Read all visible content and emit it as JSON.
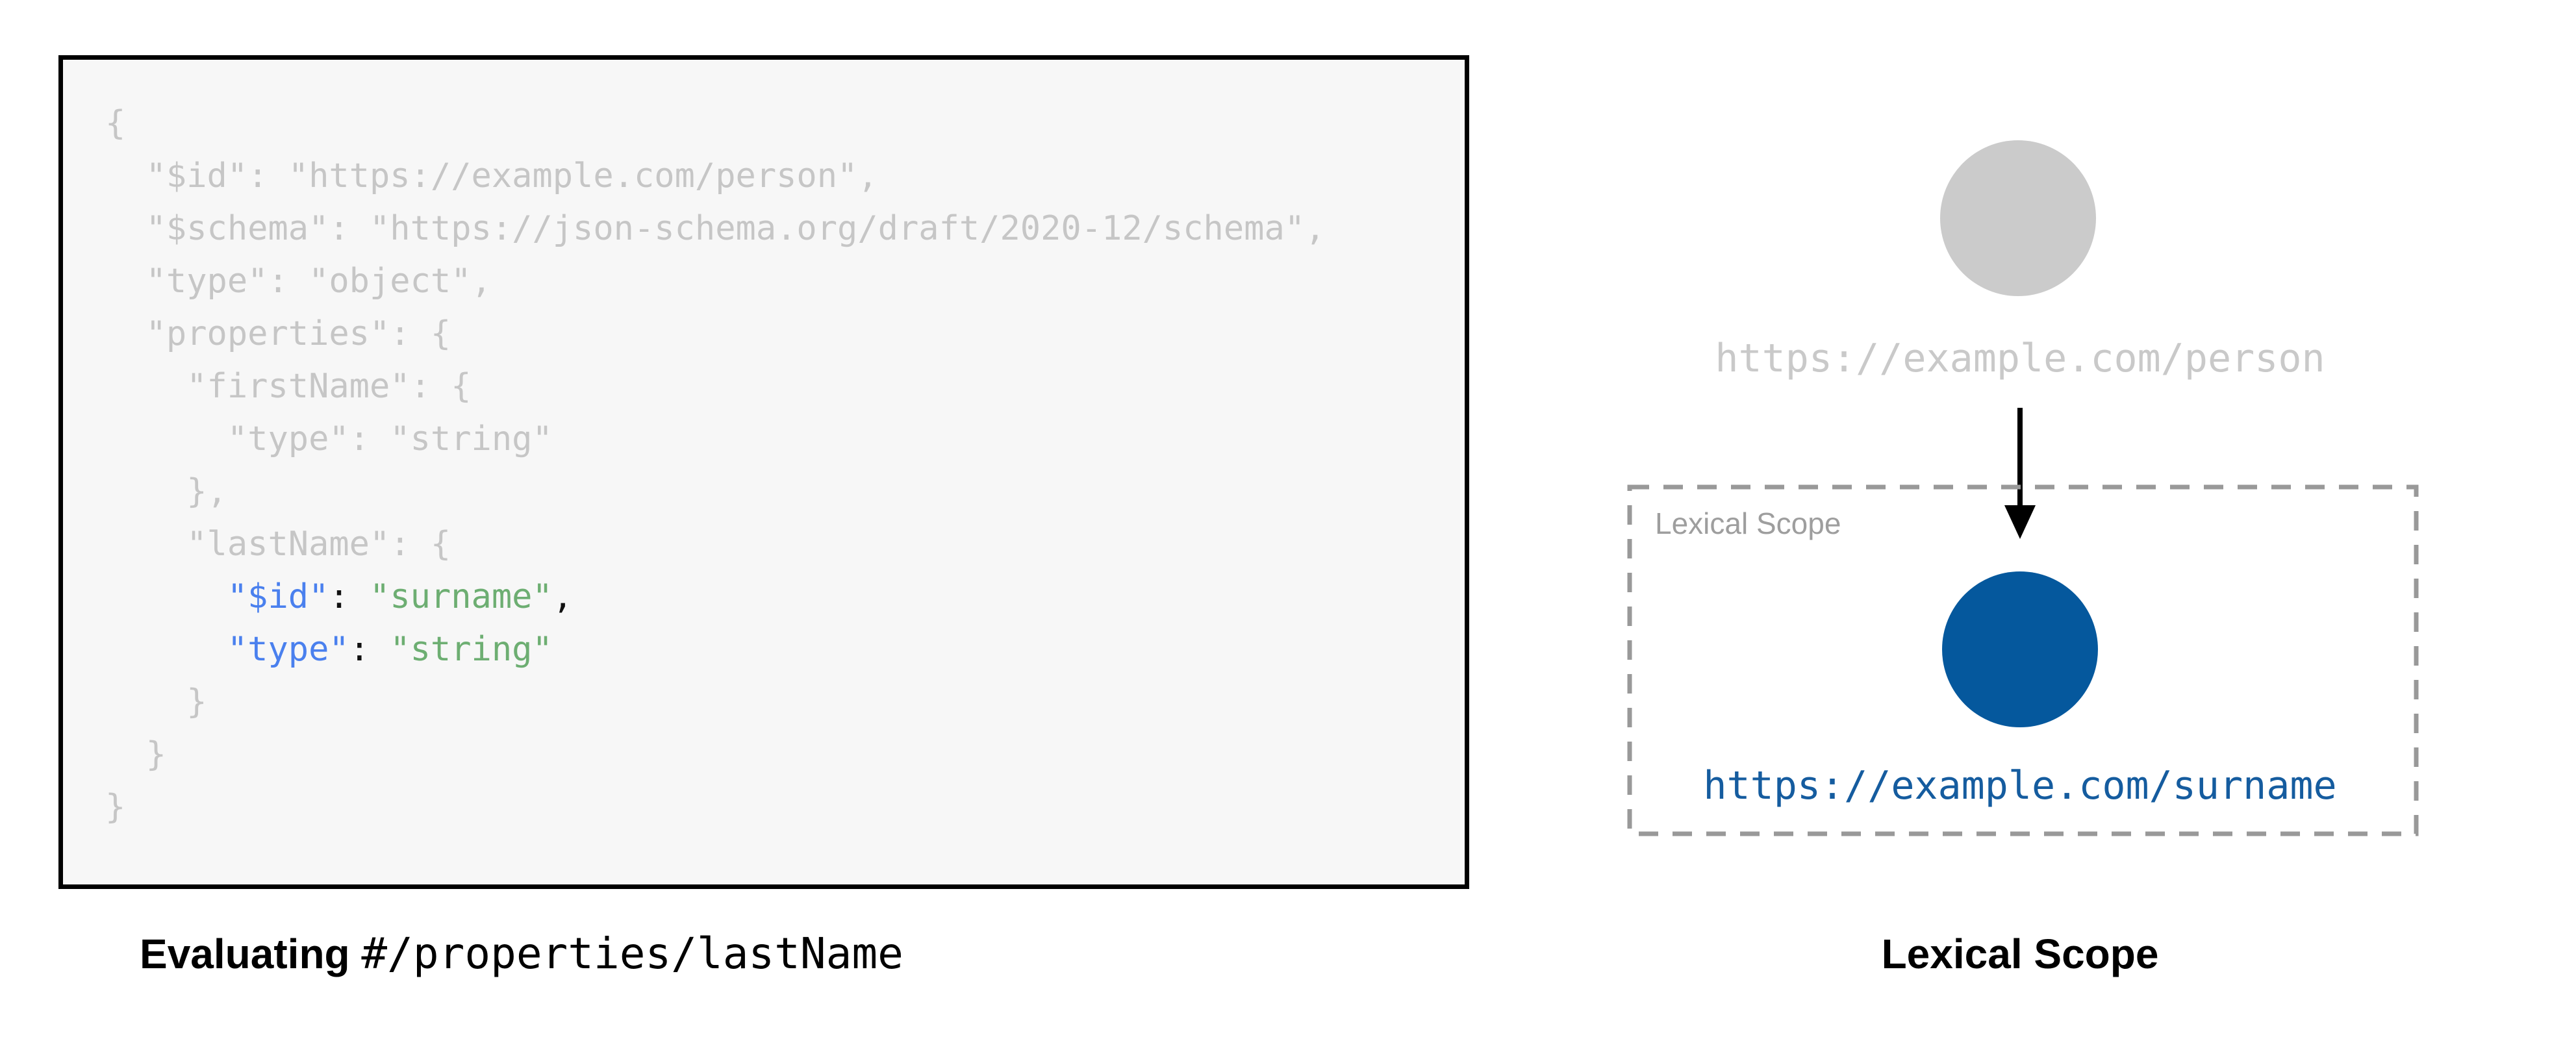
{
  "colors": {
    "code_muted": "#c6c6c6",
    "code_key_blue": "#4a80ee",
    "code_string_green": "#6dae72",
    "code_punct": "#111111",
    "panel_bg": "#f7f7f7",
    "panel_border": "#000000",
    "parent_node_gray": "#cbcbcb",
    "parent_label_gray": "#c9c9c9",
    "scope_border_gray": "#999999",
    "scope_label_gray": "#9e9e9e",
    "child_node_blue": "#05589d",
    "child_label_blue": "#155c9f",
    "caption_black": "#000000"
  },
  "left_panel": {
    "caption_prefix": "Evaluating ",
    "caption_path": "#/properties/lastName",
    "code_lines": [
      {
        "segments": [
          {
            "text": "{",
            "cls": "muted"
          }
        ]
      },
      {
        "segments": [
          {
            "text": "  \"$id\": \"https://example.com/person\",",
            "cls": "muted"
          }
        ]
      },
      {
        "segments": [
          {
            "text": "  \"$schema\": \"https://json-schema.org/draft/2020-12/schema\",",
            "cls": "muted"
          }
        ]
      },
      {
        "segments": [
          {
            "text": "  \"type\": \"object\",",
            "cls": "muted"
          }
        ]
      },
      {
        "segments": [
          {
            "text": "  \"properties\": {",
            "cls": "muted"
          }
        ]
      },
      {
        "segments": [
          {
            "text": "    \"firstName\": {",
            "cls": "muted"
          }
        ]
      },
      {
        "segments": [
          {
            "text": "      \"type\": \"string\"",
            "cls": "muted"
          }
        ]
      },
      {
        "segments": [
          {
            "text": "    },",
            "cls": "muted"
          }
        ]
      },
      {
        "segments": [
          {
            "text": "    \"lastName\": {",
            "cls": "muted"
          }
        ]
      },
      {
        "segments": [
          {
            "text": "      ",
            "cls": "muted"
          },
          {
            "text": "\"$id\"",
            "cls": "key"
          },
          {
            "text": ":",
            "cls": "punct"
          },
          {
            "text": " ",
            "cls": "muted"
          },
          {
            "text": "\"surname\"",
            "cls": "str"
          },
          {
            "text": ",",
            "cls": "punct"
          }
        ]
      },
      {
        "segments": [
          {
            "text": "      ",
            "cls": "muted"
          },
          {
            "text": "\"type\"",
            "cls": "key"
          },
          {
            "text": ":",
            "cls": "punct"
          },
          {
            "text": " ",
            "cls": "muted"
          },
          {
            "text": "\"string\"",
            "cls": "str"
          }
        ]
      },
      {
        "segments": [
          {
            "text": "    }",
            "cls": "muted"
          }
        ]
      },
      {
        "segments": [
          {
            "text": "  }",
            "cls": "muted"
          }
        ]
      },
      {
        "segments": [
          {
            "text": "}",
            "cls": "muted"
          }
        ]
      }
    ]
  },
  "right_panel": {
    "parent_node_label": "https://example.com/person",
    "scope_box_label": "Lexical Scope",
    "child_node_label": "https://example.com/surname",
    "caption": "Lexical Scope"
  }
}
